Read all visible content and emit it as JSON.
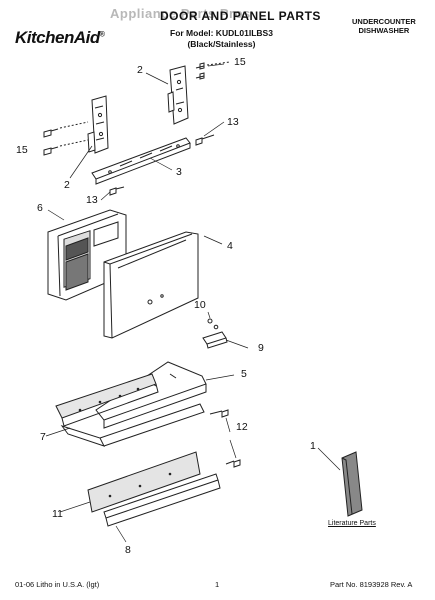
{
  "header": {
    "brand_logo": "KitchenAid",
    "brand_mark": "®",
    "watermark": "Appliance Parts Pros",
    "title": "DOOR AND PANEL PARTS",
    "model_line": "For Model: KUDL01ILBS3",
    "model_variant": "(Black/Stainless)",
    "product_line1": "UNDERCOUNTER",
    "product_line2": "DISHWASHER"
  },
  "callouts": {
    "c2a": "2",
    "c15a": "15",
    "c13a": "13",
    "c15b": "15",
    "c2b": "2",
    "c3": "3",
    "c6": "6",
    "c13b": "13",
    "c4": "4",
    "c10": "10",
    "c9": "9",
    "c5": "5",
    "c7": "7",
    "c12": "12",
    "c1": "1",
    "c11": "11",
    "c8": "8"
  },
  "literature_label": "Literature Parts",
  "footer": {
    "left": "01-06 Litho in U.S.A. (lgt)",
    "center": "1",
    "right": "Part No. 8193928 Rev. A"
  }
}
